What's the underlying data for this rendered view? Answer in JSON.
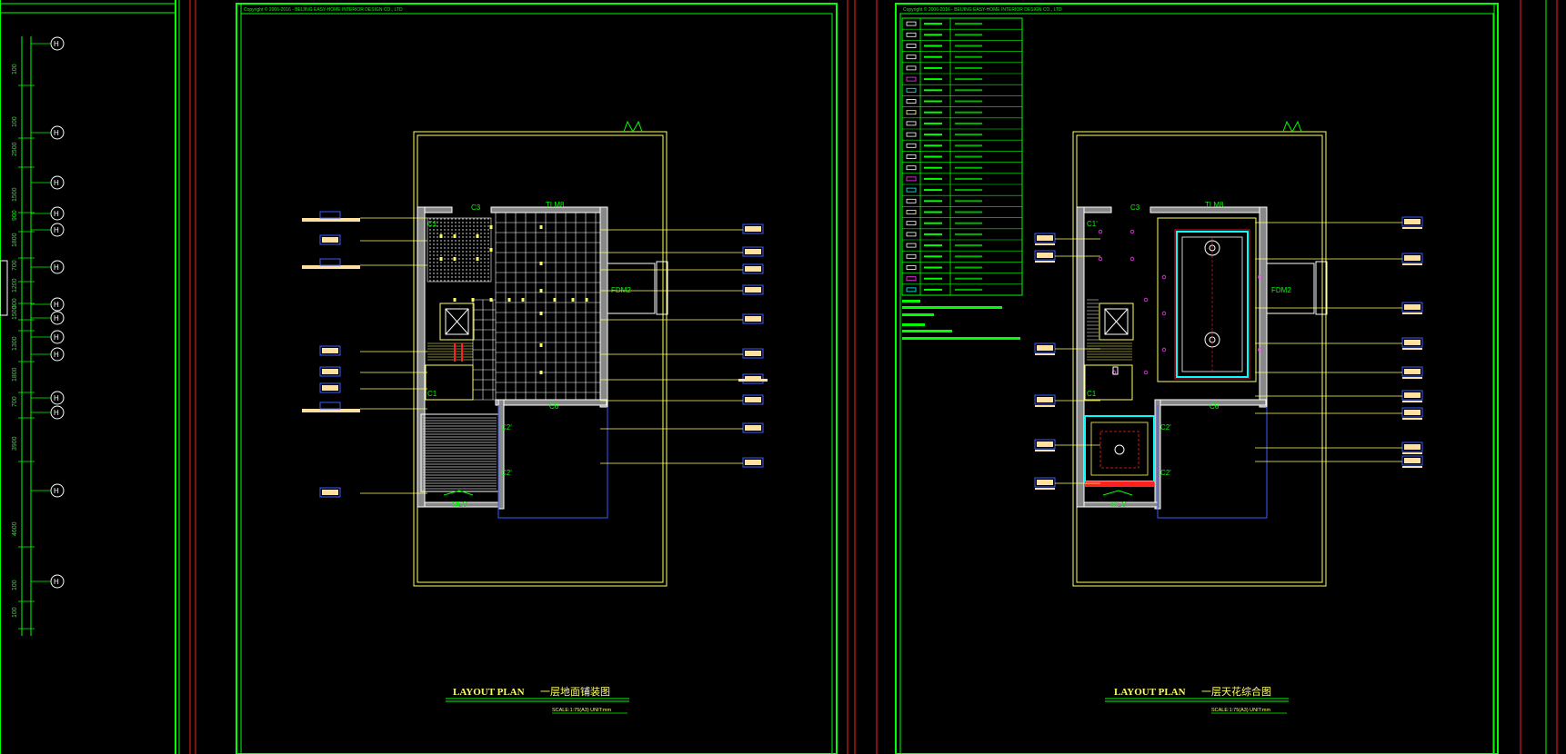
{
  "copyright": "Copyright © 2006-2016 - BEIJING EASY-HOME INTERIOR DESIGN CO., LTD",
  "colors": {
    "sheet_border": "#00ff00",
    "red_line": "#ff2020",
    "yellow": "#ffff66",
    "cyan": "#00ffff",
    "blue": "#3a5cff",
    "white": "#ffffff",
    "magenta": "#ff33ff",
    "tag_fill": "#ffe0a0"
  },
  "left_sheet": {
    "dims": [
      "100",
      "100",
      "2500",
      "1500",
      "900",
      "1800",
      "700",
      "1200",
      "300",
      "1500",
      "1300",
      "1800",
      "700",
      "3900",
      "4600",
      "100",
      "100"
    ],
    "axis_labels": [
      "H",
      "H",
      "H",
      "H",
      "H",
      "H",
      "H",
      "H",
      "H",
      "H",
      "H",
      "H",
      "H",
      "H"
    ]
  },
  "sheet1": {
    "labels": {
      "c3": "C3",
      "tlm8": "TLM8",
      "c1_top": "C1'",
      "fdm2": "FDM2",
      "c6": "C6",
      "c2_mid": "C2'",
      "c2_low": "C2'",
      "c1": "C1",
      "mlc": "MLC"
    },
    "title_en": "LAYOUT PLAN",
    "title_cn": "一层地面铺装图",
    "scale": "SCALE:1:75(A3) UNIT:mm"
  },
  "sheet2": {
    "labels": {
      "c3": "C3",
      "tlm8": "TLM8",
      "c1_top": "C1'",
      "fdm2": "FDM2",
      "c6": "C6",
      "c2_mid": "C2'",
      "c2_low": "C2'",
      "c1": "C1",
      "mlc": "MLC"
    },
    "title_en": "LAYOUT PLAN",
    "title_cn": "一层天花综合图",
    "scale": "SCALE:1:75(A3) UNIT:mm",
    "legend_rows": 25
  }
}
